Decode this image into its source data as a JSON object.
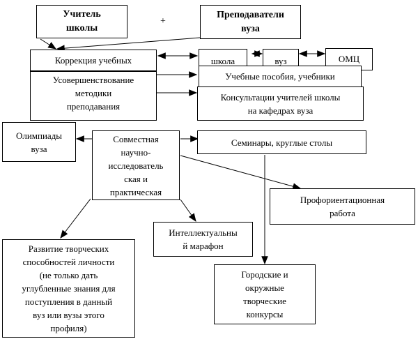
{
  "diagram": {
    "title": "",
    "plus_sign": "+",
    "nodes": {
      "school_teacher": {
        "lines": [
          "Учитель",
          "школы"
        ]
      },
      "university_teachers": {
        "lines": [
          "Преподаватели",
          "вуза"
        ]
      },
      "correction": {
        "lines": [
          "Коррекция учебных"
        ]
      },
      "methodology": {
        "lines": [
          "Усовершенствование",
          "методики",
          "преподавания"
        ]
      },
      "school": {
        "lines": [
          "школа"
        ]
      },
      "university": {
        "lines": [
          "вуз"
        ]
      },
      "omc": {
        "lines": [
          "ОМЦ"
        ]
      },
      "textbooks": {
        "lines": [
          "Учебные пособия, учебники"
        ]
      },
      "consultations": {
        "lines": [
          "Консультации учителей школы",
          "на кафедрах вуза"
        ]
      },
      "olympiads": {
        "lines": [
          "Олимпиады",
          "вуза"
        ]
      },
      "joint_research": {
        "lines": [
          "Совместная",
          "научно-",
          "исследователь",
          "ская и",
          "практическая"
        ]
      },
      "seminars": {
        "lines": [
          "Семинары, круглые столы"
        ]
      },
      "career_guidance": {
        "lines": [
          "Профориентационная",
          "работа"
        ]
      },
      "intellectual_marathon": {
        "lines": [
          "Интеллектуальны",
          "й марафон"
        ]
      },
      "creative_development": {
        "lines": [
          "Развитие творческих",
          "способностей личности",
          "(не только дать",
          "углубленные знания для",
          "поступления в данный",
          "вуз или вузы этого",
          "профиля)"
        ]
      },
      "city_contests": {
        "lines": [
          "Городские и",
          "окружные",
          "творческие",
          "конкурсы"
        ]
      }
    },
    "edges": [
      {
        "from": "school_teacher",
        "to": "correction",
        "type": "arrow"
      },
      {
        "from": "university_teachers",
        "to": "correction",
        "type": "arrow"
      },
      {
        "from": "correction",
        "to": "school",
        "type": "double-arrow"
      },
      {
        "from": "school",
        "to": "university",
        "type": "double-arrow"
      },
      {
        "from": "university",
        "to": "omc",
        "type": "double-arrow"
      },
      {
        "from": "methodology",
        "to": "textbooks",
        "type": "arrow"
      },
      {
        "from": "methodology",
        "to": "consultations",
        "type": "arrow"
      },
      {
        "from": "joint_research",
        "to": "olympiads",
        "type": "arrow"
      },
      {
        "from": "joint_research",
        "to": "seminars",
        "type": "arrow"
      },
      {
        "from": "joint_research",
        "to": "career_guidance",
        "type": "arrow"
      },
      {
        "from": "joint_research",
        "to": "intellectual_marathon",
        "type": "arrow"
      },
      {
        "from": "joint_research",
        "to": "creative_development",
        "type": "arrow"
      },
      {
        "from": "seminars",
        "to": "city_contests",
        "type": "arrow"
      }
    ]
  }
}
